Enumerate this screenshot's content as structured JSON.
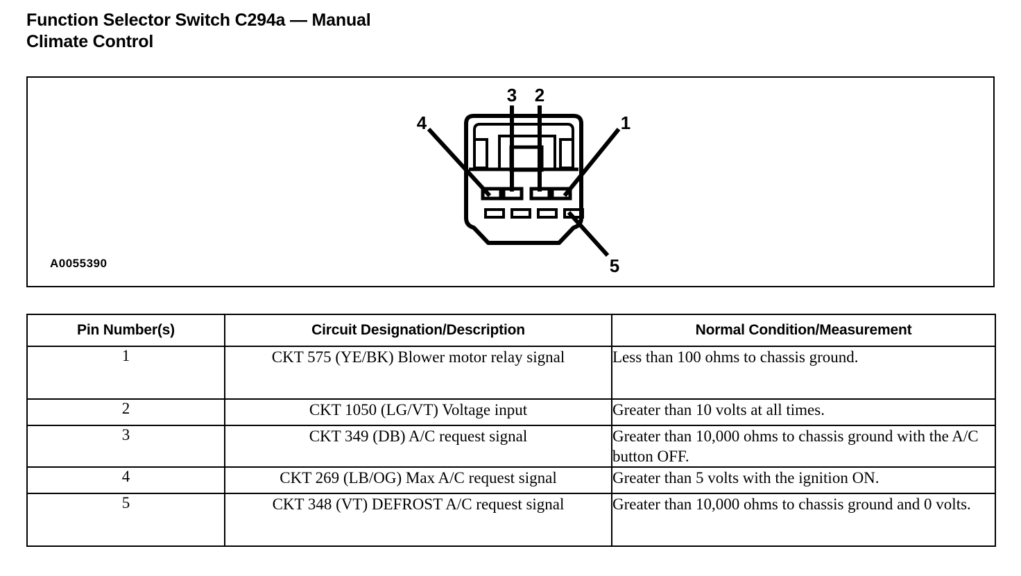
{
  "document": {
    "title": "Function Selector Switch C294a — Manual\nClimate Control"
  },
  "figure": {
    "id_label": "A0055390",
    "connector": {
      "pin_callouts": [
        {
          "label": "1",
          "position": "right-upper"
        },
        {
          "label": "2",
          "position": "top-right-center"
        },
        {
          "label": "3",
          "position": "top-left-center"
        },
        {
          "label": "4",
          "position": "left-upper"
        },
        {
          "label": "5",
          "position": "bottom-right"
        }
      ],
      "upper_cavity_count": 4,
      "lower_cavity_count": 4
    }
  },
  "table": {
    "headers": [
      "Pin Number(s)",
      "Circuit Designation/Description",
      "Normal Condition/Measurement"
    ],
    "rows": [
      {
        "pin": "1",
        "description": "CKT 575 (YE/BK) Blower motor relay signal",
        "condition": "Less than 100 ohms to chassis ground."
      },
      {
        "pin": "2",
        "description": "CKT 1050 (LG/VT) Voltage input",
        "condition": "Greater than 10 volts at all times."
      },
      {
        "pin": "3",
        "description": "CKT 349 (DB) A/C request signal",
        "condition": "Greater than 10,000 ohms to chassis ground with the A/C button OFF."
      },
      {
        "pin": "4",
        "description": "CKT 269 (LB/OG) Max A/C request signal",
        "condition": "Greater than 5 volts with the ignition ON."
      },
      {
        "pin": "5",
        "description": "CKT 348 (VT) DEFROST A/C request signal",
        "condition": "Greater than 10,000 ohms to chassis ground and 0 volts."
      }
    ]
  },
  "colors": {
    "ink": "#000000",
    "background": "#ffffff"
  }
}
